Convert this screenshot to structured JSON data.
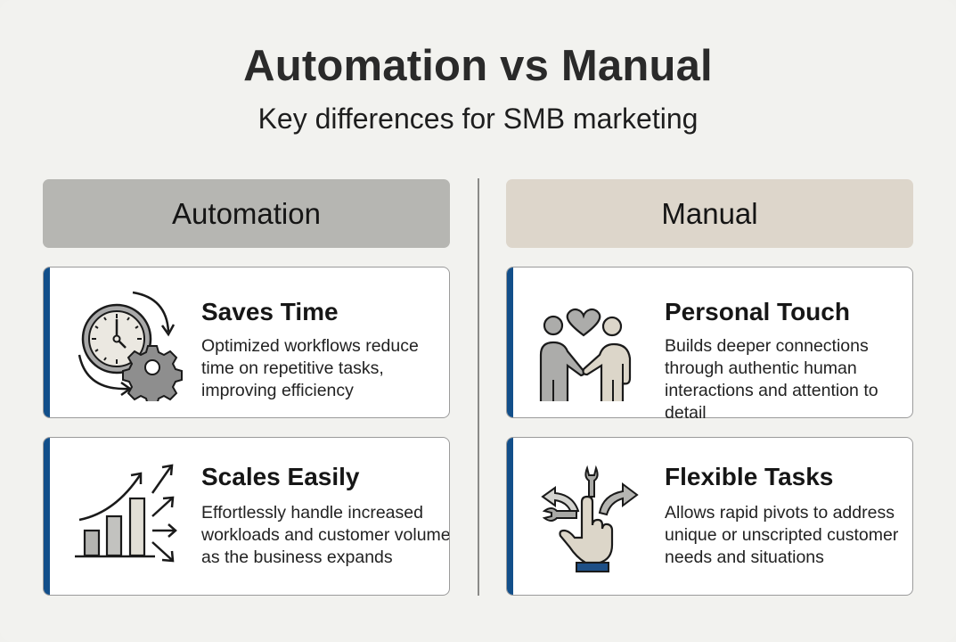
{
  "header": {
    "title": "Automation vs Manual",
    "subtitle": "Key differences for SMB marketing"
  },
  "columns": [
    {
      "label": "Automation",
      "color": "#b6b6b2",
      "cards": [
        {
          "icon": "clock-gear-cycle-icon",
          "title": "Saves Time",
          "description": "Optimized workflows reduce time on repetitive tasks, improving efficiency"
        },
        {
          "icon": "growth-chart-arrows-icon",
          "title": "Scales Easily",
          "description": "Effortlessly handle increased workloads and customer volume as the business expands"
        }
      ]
    },
    {
      "label": "Manual",
      "color": "#ddd6cb",
      "cards": [
        {
          "icon": "handshake-heart-icon",
          "title": "Personal Touch",
          "description": "Builds deeper connections through authentic human interactions and attention to detail"
        },
        {
          "icon": "hand-wrench-arrows-icon",
          "title": "Flexible Tasks",
          "description": "Allows rapid pivots to address unique or unscripted customer needs and situations"
        }
      ]
    }
  ],
  "colors": {
    "accent_bar": "#124f8a",
    "background": "#f2f2ef",
    "card_border": "#9b9b9b"
  }
}
